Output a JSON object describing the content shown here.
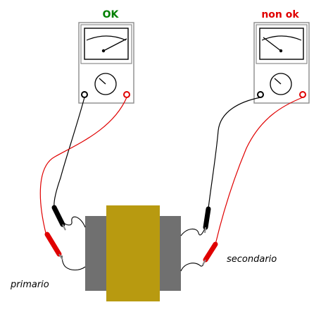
{
  "meters": {
    "left": {
      "status_label": "OK",
      "status_color": "#008000",
      "needle_state": "deflected",
      "icon": "multimeter-icon"
    },
    "right": {
      "status_label": "non ok",
      "status_color": "#e00000",
      "needle_state": "rest",
      "icon": "multimeter-icon"
    }
  },
  "transformer": {
    "core_color": "#b89a10",
    "winding_color": "#707070",
    "primary_label": "primario",
    "secondary_label": "secondario"
  },
  "probes": {
    "black_color": "#000000",
    "red_color": "#e00000"
  }
}
